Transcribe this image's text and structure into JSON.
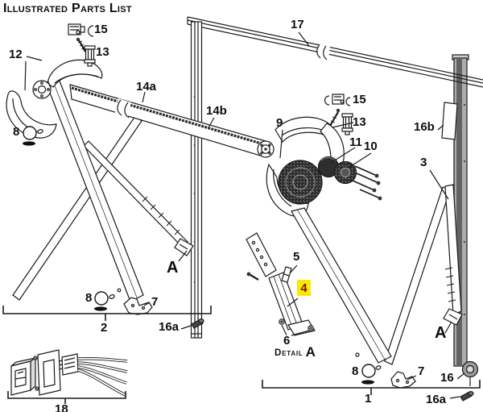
{
  "title": "Illustrated Parts List",
  "highlight": {
    "part": "4",
    "background": "#ffe600",
    "text_color": "#5f1f10"
  },
  "detail_caption": {
    "prefix": "Detail",
    "letter": "A"
  },
  "callouts": {
    "p15_left": "15",
    "p13_left": "13",
    "p12": "12",
    "p8_top": "8",
    "p14a": "14a",
    "p14b": "14b",
    "p17": "17",
    "p9": "9",
    "p15_right": "15",
    "p13_right": "13",
    "p11": "11",
    "p10": "10",
    "p16b": "16b",
    "p3": "3",
    "pA_left": "A",
    "p8_mid": "8",
    "p7_left": "7",
    "p2": "2",
    "p16a_left": "16a",
    "p5": "5",
    "p4": "4",
    "p6": "6",
    "pA_right": "A",
    "p8_bottom": "8",
    "p7_right": "7",
    "p16": "16",
    "p1": "1",
    "p16a_right": "16a",
    "p18": "18"
  }
}
